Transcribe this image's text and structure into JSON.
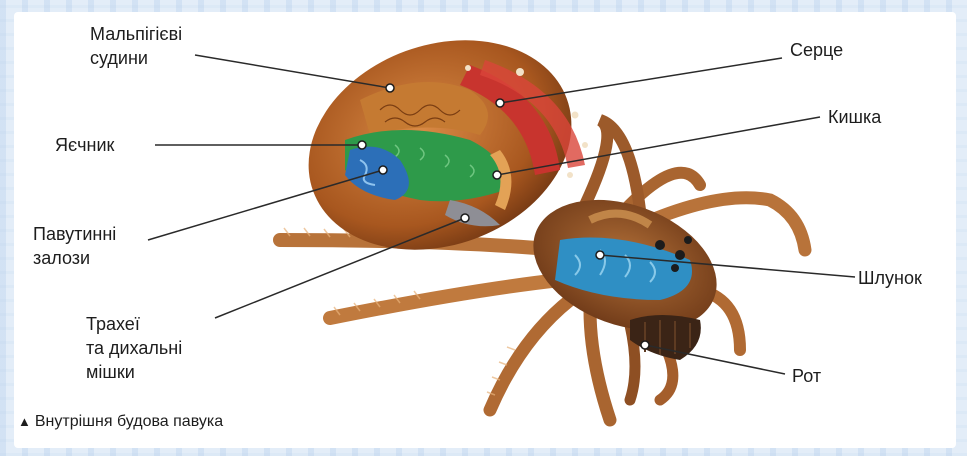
{
  "labels": {
    "malpighian": "Мальпігієві\nсудини",
    "ovary": "Яєчник",
    "silk_glands": "Павутинні\nзалози",
    "tracheae": "Трахеї\nта дихальні\nмішки",
    "heart": "Серце",
    "gut": "Кишка",
    "stomach": "Шлунок",
    "mouth": "Рот"
  },
  "caption": {
    "marker": "▲",
    "text": "Внутрішня будова павука"
  },
  "colors": {
    "abdomen": "#b5652a",
    "heart": "#c8342e",
    "ovary": "#2e9a4a",
    "silk_glands": "#2c6fb8",
    "leg": "#c9803f",
    "cephalothorax_blue": "#2f8fc4"
  }
}
